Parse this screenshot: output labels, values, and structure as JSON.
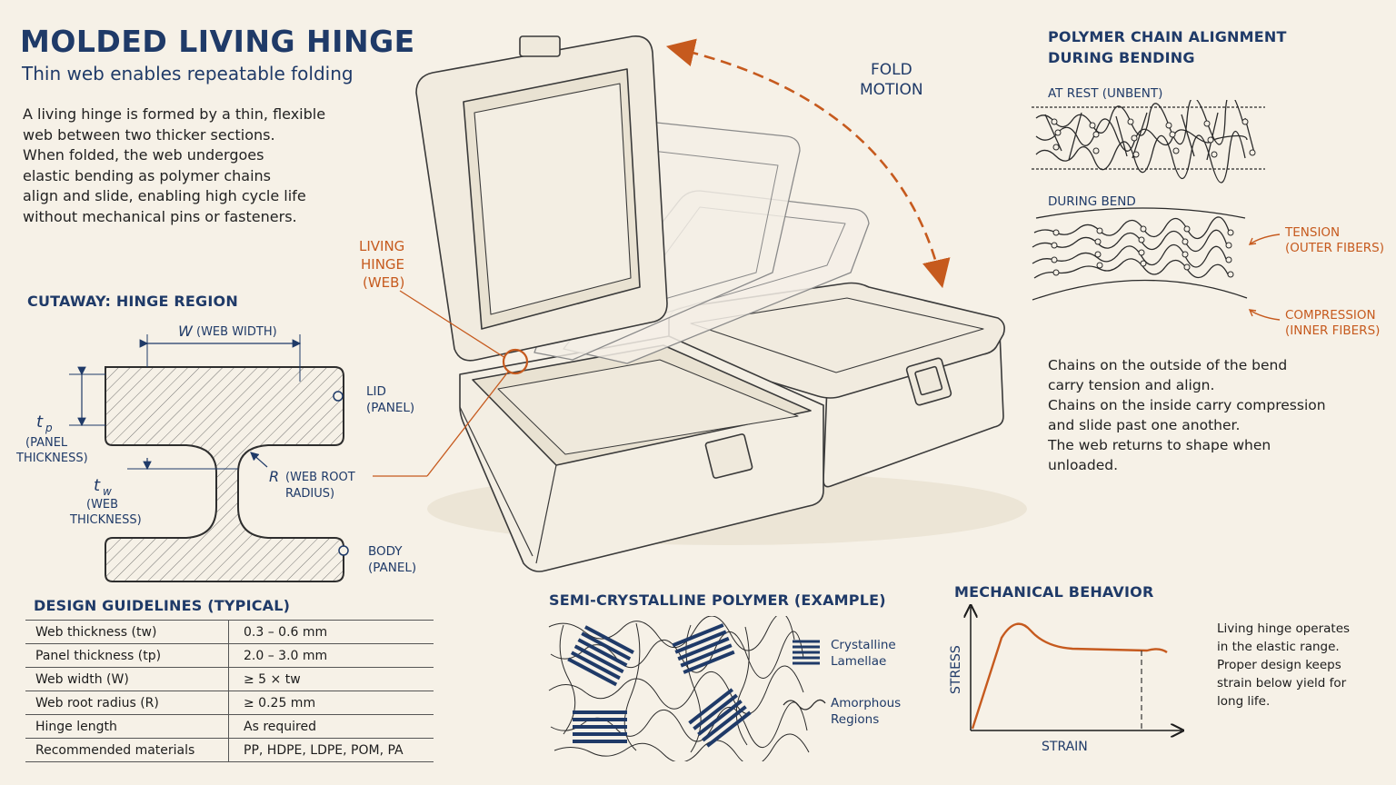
{
  "header": {
    "title": "MOLDED LIVING HINGE",
    "subtitle": "Thin web enables repeatable folding",
    "intro_lines": [
      "A living hinge is formed by a thin, flexible",
      "web between two thicker sections.",
      "When folded, the web undergoes",
      "elastic bending as polymer chains",
      "align and slide, enabling high cycle life",
      "without mechanical pins or fasteners."
    ]
  },
  "cutaway": {
    "heading": "CUTAWAY: HINGE REGION",
    "web_width_symbol": "W",
    "web_width_label": "(WEB WIDTH)",
    "tp_symbol": "t",
    "tp_sub": "p",
    "tp_label_1": "(PANEL",
    "tp_label_2": "THICKNESS)",
    "tw_symbol": "t",
    "tw_sub": "w",
    "tw_label_1": "(WEB",
    "tw_label_2": "THICKNESS)",
    "r_symbol": "R",
    "r_label_1": "(WEB ROOT",
    "r_label_2": "RADIUS)",
    "lid_label_1": "LID",
    "lid_label_2": "(PANEL)",
    "body_label_1": "BODY",
    "body_label_2": "(PANEL)"
  },
  "guidelines": {
    "heading": "DESIGN GUIDELINES (TYPICAL)",
    "rows": [
      {
        "param": "Web thickness (tw)",
        "value": "0.3 – 0.6 mm"
      },
      {
        "param": "Panel thickness (tp)",
        "value": "2.0 – 3.0 mm"
      },
      {
        "param": "Web width (W)",
        "value": "≥ 5 × tw"
      },
      {
        "param": "Web root radius (R)",
        "value": "≥ 0.25 mm"
      },
      {
        "param": "Hinge length",
        "value": "As required"
      },
      {
        "param": "Recommended materials",
        "value": "PP, HDPE, LDPE, POM, PA"
      }
    ]
  },
  "illustration": {
    "fold_label_1": "FOLD",
    "fold_label_2": "MOTION",
    "hinge_label_1": "LIVING",
    "hinge_label_2": "HINGE",
    "hinge_label_3": "(WEB)"
  },
  "alignment": {
    "heading_1": "POLYMER CHAIN ALIGNMENT",
    "heading_2": "DURING BENDING",
    "at_rest": "AT REST (UNBENT)",
    "during_bend": "DURING BEND",
    "tension_1": "TENSION",
    "tension_2": "(OUTER FIBERS)",
    "compression_1": "COMPRESSION",
    "compression_2": "(INNER FIBERS)",
    "notes": [
      "Chains on the outside of the bend",
      "carry tension and align.",
      "Chains on the inside carry compression",
      "and slide past one another.",
      "The web returns to shape when",
      "unloaded."
    ]
  },
  "polymer": {
    "heading": "SEMI-CRYSTALLINE POLYMER (EXAMPLE)",
    "legend_crystal_1": "Crystalline",
    "legend_crystal_2": "Lamellae",
    "legend_amorph_1": "Amorphous",
    "legend_amorph_2": "Regions"
  },
  "mechanical": {
    "heading": "MECHANICAL BEHAVIOR",
    "ylabel": "STRESS",
    "xlabel": "STRAIN",
    "notes": [
      "Living hinge operates",
      "in the elastic range.",
      "Proper design keeps",
      "strain below yield for",
      "long life."
    ]
  },
  "colors": {
    "navy": "#1f3a68",
    "orange": "#c65a1e",
    "paper": "#f6f1e7",
    "ink": "#3a3a3a"
  }
}
